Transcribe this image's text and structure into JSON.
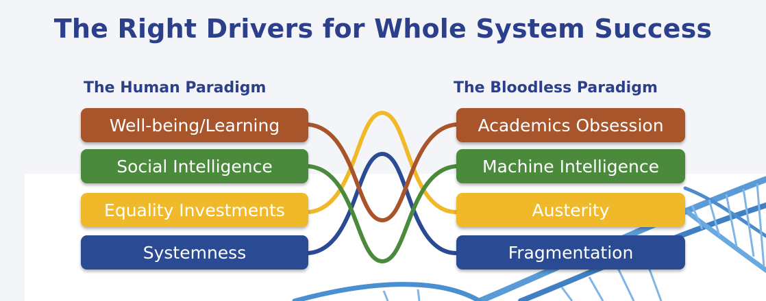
{
  "title": "The Right Drivers for Whole System Success",
  "left_heading": "The Human Paradigm",
  "right_heading": "The Bloodless Paradigm",
  "left_items": [
    {
      "label": "Well-being/Learning",
      "color": "#a8552b"
    },
    {
      "label": "Social Intelligence",
      "color": "#4b8a3c"
    },
    {
      "label": "Equality Investments",
      "color": "#f0b92a"
    },
    {
      "label": "Systemness",
      "color": "#2a4a94"
    }
  ],
  "right_items": [
    {
      "label": "Academics Obsession",
      "color": "#a8552b"
    },
    {
      "label": "Machine Intelligence",
      "color": "#4b8a3c"
    },
    {
      "label": "Austerity",
      "color": "#f0b92a"
    },
    {
      "label": "Fragmentation",
      "color": "#2a4a94"
    }
  ]
}
